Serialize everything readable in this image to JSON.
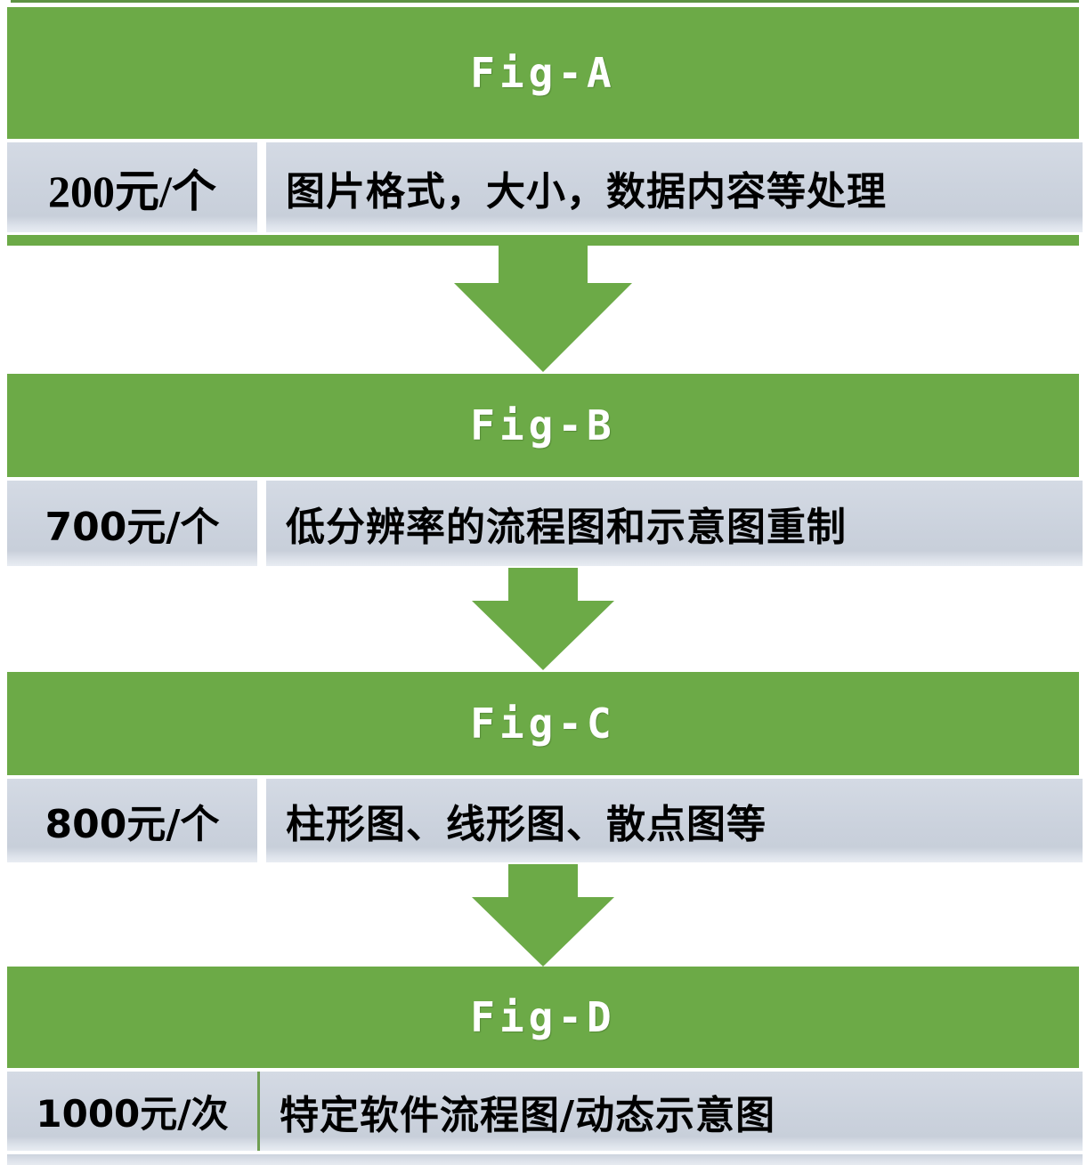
{
  "colors": {
    "green": "#6caa47",
    "gray_row": "#ccd3dd",
    "header_text": "#ffffff",
    "body_text": "#000000"
  },
  "sections": [
    {
      "id": "A",
      "title": "Fig-A",
      "price": "200元/个",
      "description": "图片格式，大小，数据内容等处理"
    },
    {
      "id": "B",
      "title": "Fig-B",
      "price": "700元/个",
      "description": "低分辨率的流程图和示意图重制"
    },
    {
      "id": "C",
      "title": "Fig-C",
      "price": "800元/个",
      "description": "柱形图、线形图、散点图等"
    },
    {
      "id": "D",
      "title": "Fig-D",
      "price": "1000元/次",
      "description": "特定软件流程图/动态示意图"
    }
  ],
  "arrows": [
    {
      "from": "Fig-A",
      "to": "Fig-B",
      "direction": "down",
      "size": "large"
    },
    {
      "from": "Fig-B",
      "to": "Fig-C",
      "direction": "down",
      "size": "small"
    },
    {
      "from": "Fig-C",
      "to": "Fig-D",
      "direction": "down",
      "size": "small"
    }
  ]
}
